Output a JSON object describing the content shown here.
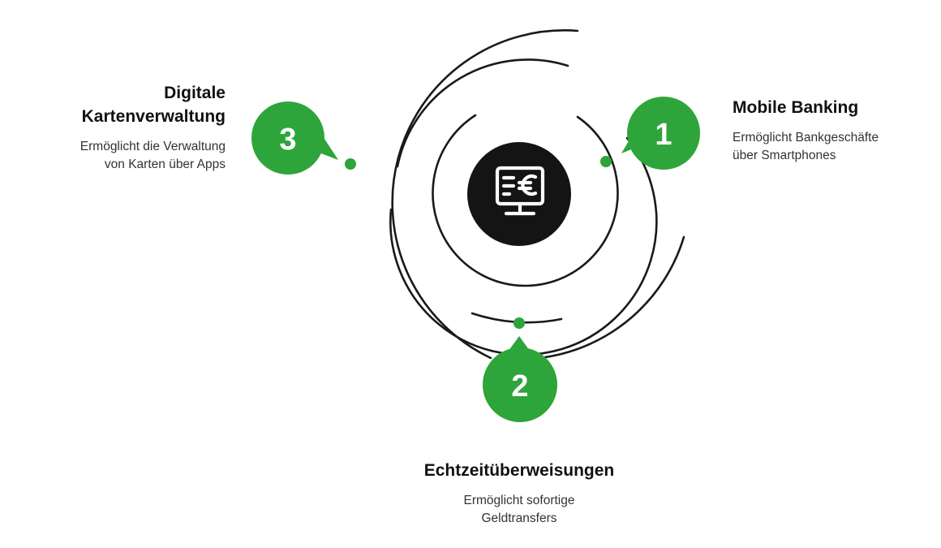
{
  "center": {
    "icon": "monitor-euro-icon"
  },
  "items": [
    {
      "number": "1",
      "title": "Mobile Banking",
      "desc_lines": [
        "Ermöglicht Bankgeschäfte",
        "über Smartphones"
      ]
    },
    {
      "number": "2",
      "title": "Echtzeitüberweisungen",
      "desc_lines": [
        "Ermöglicht sofortige",
        "Geldtransfers"
      ]
    },
    {
      "number": "3",
      "title_lines": [
        "Digitale",
        "Kartenverwaltung"
      ],
      "desc_lines": [
        "Ermöglicht die Verwaltung",
        "von Karten über Apps"
      ]
    }
  ],
  "colors": {
    "accent": "#2ea53a",
    "ring": "#1a1a1a",
    "center_fill": "#141414",
    "icon": "#ffffff"
  }
}
